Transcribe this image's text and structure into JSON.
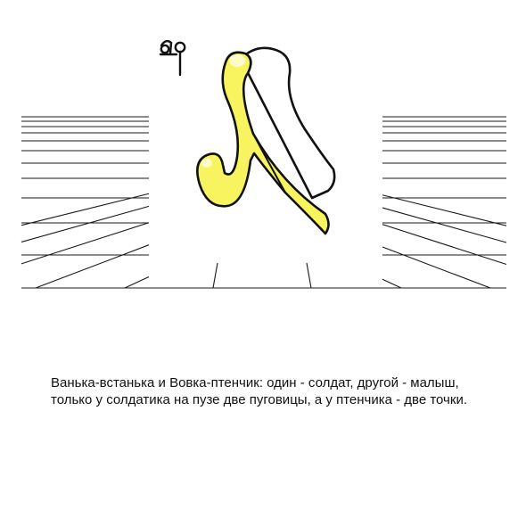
{
  "caption": "Ванька-встанька и Вовка-птенчик: один - солдат, другой - малыш, только у солдатика на пузе две пуговицы, а у птенчика - две точки.",
  "logo_mark": "ap",
  "colors": {
    "grid_line": "#1a1a1a",
    "letter_fill": "#f7f460",
    "letter_highlight": "#fdfcc9",
    "letter_outline": "#111111",
    "background": "#ffffff"
  },
  "icons": [
    "logo-mark",
    "glyph-illustration"
  ]
}
